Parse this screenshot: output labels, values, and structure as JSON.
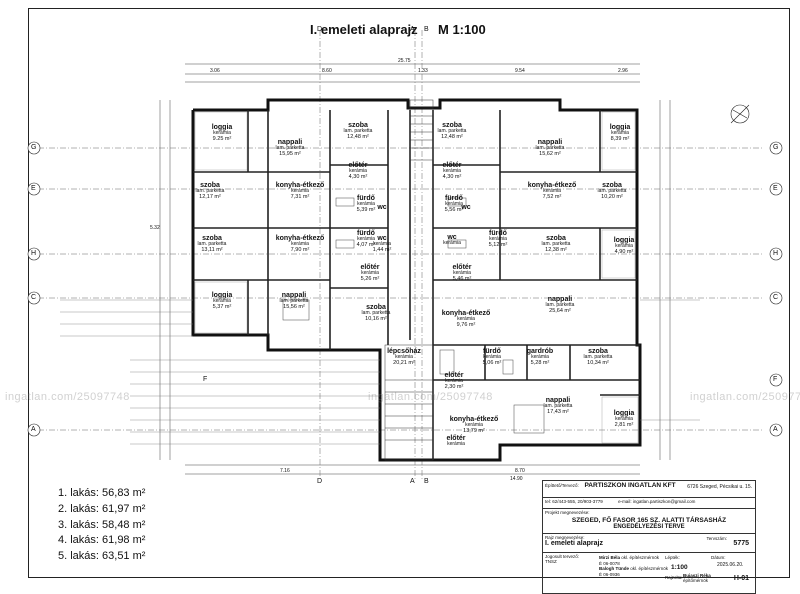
{
  "header": {
    "title": "I. emeleti alaprajz",
    "scale": "M 1:100"
  },
  "axes": {
    "left": [
      "G",
      "E",
      "H",
      "C",
      "A"
    ],
    "right": [
      "G",
      "E",
      "H",
      "C",
      "F",
      "A"
    ],
    "top": [
      "D",
      "A",
      "B"
    ],
    "bottom": [
      "D",
      "A",
      "B"
    ],
    "inner": [
      "F"
    ]
  },
  "dims": {
    "total_top": "25.75",
    "top_segments": [
      "3.06",
      "8.60",
      "1.33",
      "9.54",
      "2.96"
    ],
    "bottom_left": "7.16",
    "bottom_mid": "8.70",
    "bottom_total": "14.90",
    "side_left": "5.32"
  },
  "rooms": [
    {
      "name": "loggia",
      "floor": "kerámia",
      "area": "9.25 m²"
    },
    {
      "name": "nappali",
      "floor": "lam. parketta",
      "area": "15,95 m²"
    },
    {
      "name": "szoba",
      "floor": "lam. parketta",
      "area": "12,48 m²"
    },
    {
      "name": "szoba",
      "floor": "lam. parketta",
      "area": "12,48 m²"
    },
    {
      "name": "nappali",
      "floor": "lam. parketta",
      "area": "15,62 m²"
    },
    {
      "name": "loggia",
      "floor": "kerámia",
      "area": "8,39 m²"
    },
    {
      "name": "előtér",
      "floor": "kerámia",
      "area": "4,30 m²"
    },
    {
      "name": "előtér",
      "floor": "kerámia",
      "area": "4,30 m²"
    },
    {
      "name": "szoba",
      "floor": "lam. parketta",
      "area": "12,17 m²"
    },
    {
      "name": "konyha-étkező",
      "floor": "kerámia",
      "area": "7,31 m²"
    },
    {
      "name": "fürdő",
      "floor": "kerámia",
      "area": "5,39 m²"
    },
    {
      "name": "wc",
      "floor": "",
      "area": ""
    },
    {
      "name": "wc",
      "floor": "",
      "area": ""
    },
    {
      "name": "fürdő",
      "floor": "kerámia",
      "area": "5,56 m²"
    },
    {
      "name": "konyha-étkező",
      "floor": "kerámia",
      "area": "7,52 m²"
    },
    {
      "name": "szoba",
      "floor": "lam. parketta",
      "area": "10,20 m²"
    },
    {
      "name": "szoba",
      "floor": "lam. parketta",
      "area": "13,11 m²"
    },
    {
      "name": "konyha-étkező",
      "floor": "kerámia",
      "area": "7,90 m²"
    },
    {
      "name": "fürdő",
      "floor": "kerámia",
      "area": "4,07 m²"
    },
    {
      "name": "wc",
      "floor": "kerámia",
      "area": "1,44 m²"
    },
    {
      "name": "wc",
      "floor": "kerámia",
      "area": ""
    },
    {
      "name": "fürdő",
      "floor": "kerámia",
      "area": "5,12 m²"
    },
    {
      "name": "szoba",
      "floor": "lam. parketta",
      "area": "12,38 m²"
    },
    {
      "name": "loggia",
      "floor": "kerámia",
      "area": "4,90 m²"
    },
    {
      "name": "előtér",
      "floor": "kerámia",
      "area": "5,26 m²"
    },
    {
      "name": "előtér",
      "floor": "kerámia",
      "area": "5,46 m²"
    },
    {
      "name": "loggia",
      "floor": "kerámia",
      "area": "5,37 m²"
    },
    {
      "name": "nappali",
      "floor": "lam. parketta",
      "area": "15,56 m²"
    },
    {
      "name": "szoba",
      "floor": "lam. parketta",
      "area": "10,16 m²"
    },
    {
      "name": "konyha-étkező",
      "floor": "kerámia",
      "area": "9,76 m²"
    },
    {
      "name": "nappali",
      "floor": "lam. parketta",
      "area": "25,64 m²"
    },
    {
      "name": "lépcsőház",
      "floor": "kerámia",
      "area": "20,21 m²"
    },
    {
      "name": "fürdő",
      "floor": "kerámia",
      "area": "5,06 m²"
    },
    {
      "name": "gardrób",
      "floor": "kerámia",
      "area": "5,28 m²"
    },
    {
      "name": "szoba",
      "floor": "lam. parketta",
      "area": "10,34 m²"
    },
    {
      "name": "előtér",
      "floor": "kerámia",
      "area": "2,30 m²"
    },
    {
      "name": "nappali",
      "floor": "lam. parketta",
      "area": "17,43 m²"
    },
    {
      "name": "loggia",
      "floor": "kerámia",
      "area": "2,81 m²"
    },
    {
      "name": "konyha-étkező",
      "floor": "kerámia",
      "area": "13,79 m²"
    },
    {
      "name": "előtér",
      "floor": "kerámia",
      "area": ""
    }
  ],
  "apartments": [
    "1. lakás: 56,83 m²",
    "2. lakás: 61,97 m²",
    "3. lakás: 58,48 m²",
    "4. lakás: 61,98 m²",
    "5. lakás: 63,51 m²"
  ],
  "titleblock": {
    "owner_label": "Építtető/Tervező:",
    "owner": "PARTISZKON INGATLAN KFT",
    "owner_address": "6726 Szeged, Pécsikai u. 15.",
    "contact": "tel: 62/443-555, 20/903-3779",
    "email": "e-mail: ingatlan.partiszkon@gmail.com",
    "project_label": "Projekt megnevezése:",
    "project": "SZEGED, FŐ FASOR 165 SZ. ALATTI TÁRSASHÁZ",
    "plan_type": "ENGEDÉLYEZÉSI TERVE",
    "drawing_label": "Rajz megnevezése:",
    "drawing": "I. emeleti alaprajz",
    "number_label": "Tervszám:",
    "number": "5775",
    "designer_label": "Jogosult tervező:",
    "tnsz": "TNSZ",
    "designer1": "Mirzi Béla",
    "designer1_role": "okl. építészmérnök",
    "designer1_id": "É 06-0078",
    "designer2": "Balogh Tünde",
    "designer2_role": "okl. építészmérnök",
    "designer2_id": "É 06-0936",
    "scale_label": "Lépték:",
    "scale": "1:100",
    "date_label": "Dátum:",
    "date": "2025.06.20.",
    "drafter_label": "Rajzolta:",
    "drafter": "Bujaszi Réka",
    "drafter_role": "építőmérnök",
    "sheet": "H-01"
  },
  "watermark": "ingatlan.com/25097748"
}
